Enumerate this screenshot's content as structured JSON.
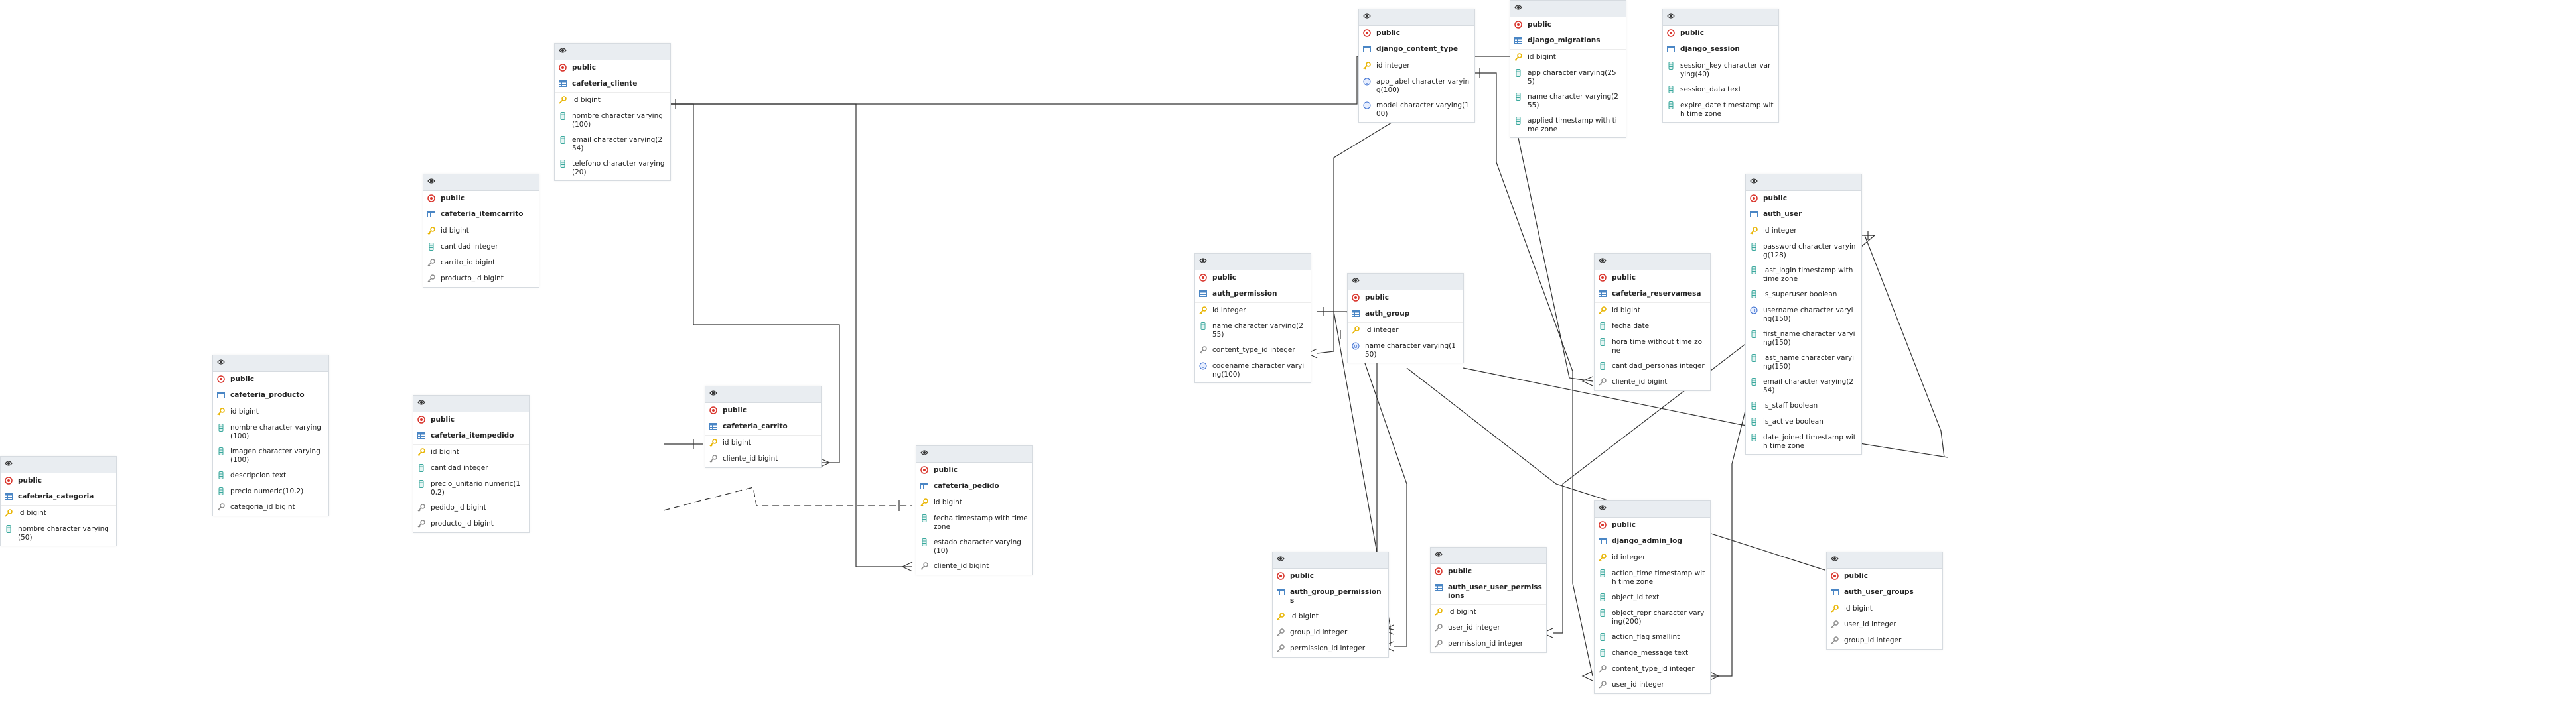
{
  "tables": [
    {
      "id": "cafeteria_cliente",
      "schema": "public",
      "name": "cafeteria_cliente",
      "columns": [
        {
          "kind": "pk",
          "text": "id bigint"
        },
        {
          "kind": "col",
          "text": "nombre character varying(100)"
        },
        {
          "kind": "col",
          "text": "email character varying(254)"
        },
        {
          "kind": "col",
          "text": "telefono character varying(20)"
        }
      ]
    },
    {
      "id": "django_content_type",
      "schema": "public",
      "name": "django_content_type",
      "columns": [
        {
          "kind": "pk",
          "text": "id integer"
        },
        {
          "kind": "uniq",
          "text": "app_label character varying(100)"
        },
        {
          "kind": "uniq",
          "text": "model character varying(100)"
        }
      ]
    },
    {
      "id": "django_migrations",
      "schema": "public",
      "name": "django_migrations",
      "columns": [
        {
          "kind": "pk",
          "text": "id bigint"
        },
        {
          "kind": "col",
          "text": "app character varying(255)"
        },
        {
          "kind": "col",
          "text": "name character varying(255)"
        },
        {
          "kind": "col",
          "text": "applied timestamp with time zone"
        }
      ]
    },
    {
      "id": "django_session",
      "schema": "public",
      "name": "django_session",
      "columns": [
        {
          "kind": "col",
          "text": "session_key character varying(40)"
        },
        {
          "kind": "col",
          "text": "session_data text"
        },
        {
          "kind": "col",
          "text": "expire_date timestamp with time zone"
        }
      ]
    },
    {
      "id": "cafeteria_itemcarrito",
      "schema": "public",
      "name": "cafeteria_itemcarrito",
      "columns": [
        {
          "kind": "pk",
          "text": "id bigint"
        },
        {
          "kind": "col",
          "text": "cantidad integer"
        },
        {
          "kind": "fk",
          "text": "carrito_id bigint"
        },
        {
          "kind": "fk",
          "text": "producto_id bigint"
        }
      ]
    },
    {
      "id": "auth_user",
      "schema": "public",
      "name": "auth_user",
      "columns": [
        {
          "kind": "pk",
          "text": "id integer"
        },
        {
          "kind": "col",
          "text": "password character varying(128)"
        },
        {
          "kind": "col",
          "text": "last_login timestamp with time zone"
        },
        {
          "kind": "col",
          "text": "is_superuser boolean"
        },
        {
          "kind": "uniq",
          "text": "username character varying(150)"
        },
        {
          "kind": "col",
          "text": "first_name character varying(150)"
        },
        {
          "kind": "col",
          "text": "last_name character varying(150)"
        },
        {
          "kind": "col",
          "text": "email character varying(254)"
        },
        {
          "kind": "col",
          "text": "is_staff boolean"
        },
        {
          "kind": "col",
          "text": "is_active boolean"
        },
        {
          "kind": "col",
          "text": "date_joined timestamp with time zone"
        }
      ]
    },
    {
      "id": "auth_permission",
      "schema": "public",
      "name": "auth_permission",
      "columns": [
        {
          "kind": "pk",
          "text": "id integer"
        },
        {
          "kind": "col",
          "text": "name character varying(255)"
        },
        {
          "kind": "fk",
          "text": "content_type_id integer"
        },
        {
          "kind": "uniq",
          "text": "codename character varying(100)"
        }
      ]
    },
    {
      "id": "auth_group",
      "schema": "public",
      "name": "auth_group",
      "columns": [
        {
          "kind": "pk",
          "text": "id integer"
        },
        {
          "kind": "uniq",
          "text": "name character varying(150)"
        }
      ]
    },
    {
      "id": "cafeteria_reservamesa",
      "schema": "public",
      "name": "cafeteria_reservamesa",
      "columns": [
        {
          "kind": "pk",
          "text": "id bigint"
        },
        {
          "kind": "col",
          "text": "fecha date"
        },
        {
          "kind": "col",
          "text": "hora time without time zone"
        },
        {
          "kind": "col",
          "text": "cantidad_personas integer"
        },
        {
          "kind": "fk",
          "text": "cliente_id bigint"
        }
      ]
    },
    {
      "id": "cafeteria_producto",
      "schema": "public",
      "name": "cafeteria_producto",
      "columns": [
        {
          "kind": "pk",
          "text": "id bigint"
        },
        {
          "kind": "col",
          "text": "nombre character varying(100)"
        },
        {
          "kind": "col",
          "text": "imagen character varying(100)"
        },
        {
          "kind": "col",
          "text": "descripcion text"
        },
        {
          "kind": "col",
          "text": "precio numeric(10,2)"
        },
        {
          "kind": "fk",
          "text": "categoria_id bigint"
        }
      ]
    },
    {
      "id": "cafeteria_itempedido",
      "schema": "public",
      "name": "cafeteria_itempedido",
      "columns": [
        {
          "kind": "pk",
          "text": "id bigint"
        },
        {
          "kind": "col",
          "text": "cantidad integer"
        },
        {
          "kind": "col",
          "text": "precio_unitario numeric(10,2)"
        },
        {
          "kind": "fk",
          "text": "pedido_id bigint"
        },
        {
          "kind": "fk",
          "text": "producto_id bigint"
        }
      ]
    },
    {
      "id": "cafeteria_carrito",
      "schema": "public",
      "name": "cafeteria_carrito",
      "columns": [
        {
          "kind": "pk",
          "text": "id bigint"
        },
        {
          "kind": "fk",
          "text": "cliente_id bigint"
        }
      ]
    },
    {
      "id": "cafeteria_pedido",
      "schema": "public",
      "name": "cafeteria_pedido",
      "columns": [
        {
          "kind": "pk",
          "text": "id bigint"
        },
        {
          "kind": "col",
          "text": "fecha timestamp with time zone"
        },
        {
          "kind": "col",
          "text": "estado character varying(10)"
        },
        {
          "kind": "fk",
          "text": "cliente_id bigint"
        }
      ]
    },
    {
      "id": "cafeteria_categoria",
      "schema": "public",
      "name": "cafeteria_categoria",
      "columns": [
        {
          "kind": "pk",
          "text": "id bigint"
        },
        {
          "kind": "col",
          "text": "nombre character varying(50)"
        }
      ]
    },
    {
      "id": "auth_group_permissions",
      "schema": "public",
      "name": "auth_group_permissions",
      "columns": [
        {
          "kind": "pk",
          "text": "id bigint"
        },
        {
          "kind": "fk",
          "text": "group_id integer"
        },
        {
          "kind": "fk",
          "text": "permission_id integer"
        }
      ]
    },
    {
      "id": "auth_user_user_permissions",
      "schema": "public",
      "name": "auth_user_user_permissions",
      "columns": [
        {
          "kind": "pk",
          "text": "id bigint"
        },
        {
          "kind": "fk",
          "text": "user_id integer"
        },
        {
          "kind": "fk",
          "text": "permission_id integer"
        }
      ]
    },
    {
      "id": "django_admin_log",
      "schema": "public",
      "name": "django_admin_log",
      "columns": [
        {
          "kind": "pk",
          "text": "id integer"
        },
        {
          "kind": "col",
          "text": "action_time timestamp with time zone"
        },
        {
          "kind": "col",
          "text": "object_id text"
        },
        {
          "kind": "col",
          "text": "object_repr character varying(200)"
        },
        {
          "kind": "col",
          "text": "action_flag smallint"
        },
        {
          "kind": "col",
          "text": "change_message text"
        },
        {
          "kind": "fk",
          "text": "content_type_id integer"
        },
        {
          "kind": "fk",
          "text": "user_id integer"
        }
      ]
    },
    {
      "id": "auth_user_groups",
      "schema": "public",
      "name": "auth_user_groups",
      "columns": [
        {
          "kind": "pk",
          "text": "id bigint"
        },
        {
          "kind": "fk",
          "text": "user_id integer"
        },
        {
          "kind": "fk",
          "text": "group_id integer"
        }
      ]
    }
  ],
  "colors": {
    "header_bg": "#e9edf1",
    "schema_icon": "#d9342b",
    "table_icon": "#4a86c5",
    "key_icon": "#e8b400",
    "column_icon": "#3aa89d",
    "unique_icon": "#3b6fd0",
    "line": "#333333"
  }
}
